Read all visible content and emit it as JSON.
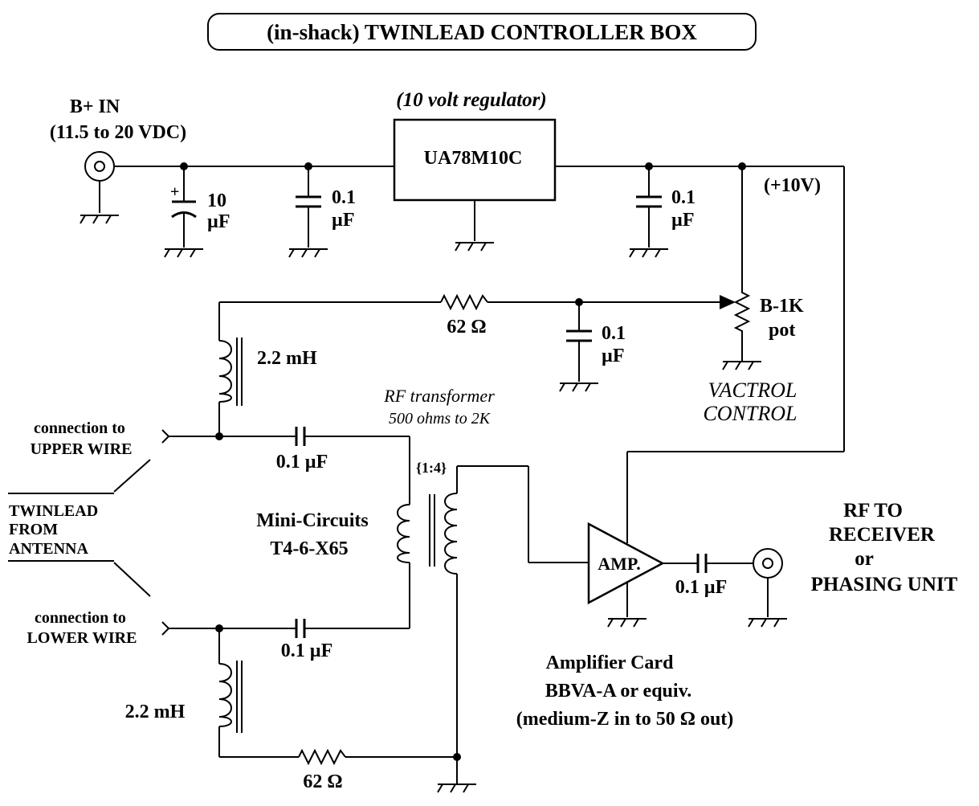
{
  "title": "(in-shack)  TWINLEAD  CONTROLLER BOX",
  "labels": {
    "bplus_line1": "B+ IN",
    "bplus_line2": "(11.5 to 20 VDC)",
    "regulator_note": "(10 volt regulator)",
    "regulator_part": "UA78M10C",
    "plus10v": "(+10V)",
    "cap10_value": "10",
    "cap10_unit": "µF",
    "cap01a_value": "0.1",
    "cap01a_unit": "µF",
    "cap01b_value": "0.1",
    "cap01b_unit": "µF",
    "cap01c_value": "0.1",
    "cap01c_unit": "µF",
    "res_top": "62  Ω",
    "pot_line1": "B-1K",
    "pot_line2": "pot",
    "vactrol_line1": "VACTROL",
    "vactrol_line2": "CONTROL",
    "ind_top": "2.2 mH",
    "ind_bottom": "2.2 mH",
    "rf_xfmr_line1": "RF transformer",
    "rf_xfmr_line2": "500 ohms to 2K",
    "ratio": "{1:4}",
    "upper_conn_line1": "connection to",
    "upper_conn_line2": "UPPER WIRE",
    "lower_conn_line1": "connection to",
    "lower_conn_line2": "LOWER WIRE",
    "twinlead_line1": "TWINLEAD",
    "twinlead_line2": "FROM",
    "twinlead_line3": "ANTENNA",
    "cap_upper": "0.1 µF",
    "cap_lower": "0.1 µF",
    "minicircuits_line1": "Mini-Circuits",
    "minicircuits_line2": "T4-6-X65",
    "amp": "AMP.",
    "cap_out": "0.1 µF",
    "rf_out_line1": "RF  TO",
    "rf_out_line2": "RECEIVER",
    "rf_out_line3": "or",
    "rf_out_line4": "PHASING UNIT",
    "amp_card_line1": "Amplifier Card",
    "amp_card_line2": "BBVA-A or equiv.",
    "amp_card_line3": "(medium-Z in to 50 Ω out)",
    "res_bottom": "62  Ω"
  }
}
